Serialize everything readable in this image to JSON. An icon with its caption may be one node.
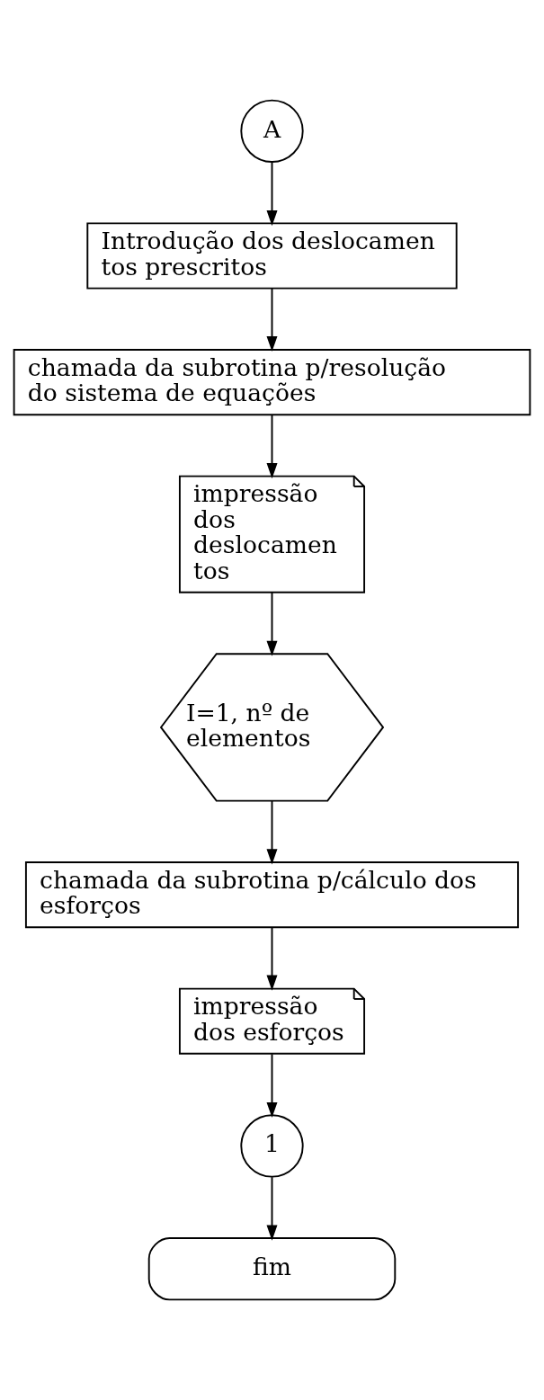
{
  "diagram": {
    "nodes": [
      {
        "text": [
          "A"
        ]
      },
      {
        "text": [
          "Introdução dos deslocamen tos prescritos"
        ]
      },
      {
        "text": [
          "chamada da subrotina p/resolução do sistema de equações"
        ]
      },
      {
        "text": [
          "impressão dos deslocamen tos"
        ]
      },
      {
        "text": [
          "I=1, nº de elementos"
        ]
      },
      {
        "text": [
          "chamada da subrotina p/cálculo dos esforços"
        ]
      },
      {
        "text": [
          "impressão dos esforços"
        ]
      },
      {
        "text": [
          "1"
        ]
      },
      {
        "text": [
          "fim"
        ]
      }
    ],
    "edges": [
      {
        "from": 0,
        "to": 1,
        "arrow": "to"
      },
      {
        "from": 1,
        "to": 2,
        "arrow": "to"
      },
      {
        "from": 2,
        "to": 3,
        "arrow": "to"
      },
      {
        "from": 3,
        "to": 4,
        "arrow": "to"
      },
      {
        "from": 4,
        "to": 5,
        "arrow": "to"
      },
      {
        "from": 5,
        "to": 6,
        "arrow": "to"
      },
      {
        "from": 6,
        "to": 7,
        "arrow": "to"
      },
      {
        "from": 7,
        "to": 8,
        "arrow": "to"
      }
    ]
  }
}
